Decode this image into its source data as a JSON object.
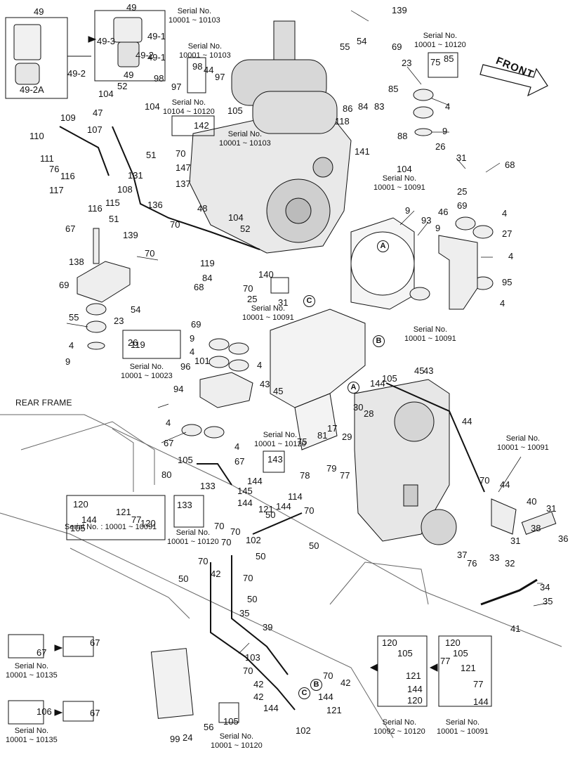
{
  "rear_frame_label": "REAR FRAME",
  "front_label": "FRONT",
  "serial_labels": [
    {
      "id": "s1",
      "text": "Serial No.\n10001 ~ 10103"
    },
    {
      "id": "s2",
      "text": "Serial No.\n10001 ~ 10103"
    },
    {
      "id": "s3",
      "text": "Serial No.\n10104 ~ 10120"
    },
    {
      "id": "s4",
      "text": "Serial No.\n10001 ~ 10103"
    },
    {
      "id": "s5",
      "text": "Serial No.\n10001 ~ 10120"
    },
    {
      "id": "s6",
      "text": "Serial No.\n10001 ~ 10091"
    },
    {
      "id": "s7",
      "text": "Serial No.\n10001 ~ 10091"
    },
    {
      "id": "s8",
      "text": "Serial No.\n10001 ~ 10023"
    },
    {
      "id": "s9",
      "text": "Serial No.\n10001 ~ 10091"
    },
    {
      "id": "s10",
      "text": "Serial No.\n10001 ~ 10120"
    },
    {
      "id": "s11",
      "text": "Serial No.\n10001 ~ 10091"
    },
    {
      "id": "s12",
      "text": "Serial No. : 10001 ~ 10091"
    },
    {
      "id": "s13",
      "text": "Serial No.\n10001 ~ 10120"
    },
    {
      "id": "s14",
      "text": "Serial No.\n10001 ~ 10135"
    },
    {
      "id": "s15",
      "text": "Serial No.\n10001 ~ 10135"
    },
    {
      "id": "s16",
      "text": "Serial No.\n10001 ~ 10120"
    },
    {
      "id": "s17",
      "text": "Serial No.\n10092 ~ 10120"
    },
    {
      "id": "s18",
      "text": "Serial No.\n10001 ~ 10091"
    }
  ],
  "callouts": [
    "49",
    "49",
    "49-1",
    "49-3",
    "49-1",
    "49-2",
    "49-2",
    "49-2A",
    "139",
    "54",
    "69",
    "55",
    "23",
    "75",
    "85",
    "98",
    "44",
    "97",
    "98",
    "97",
    "49",
    "52",
    "104",
    "47",
    "104",
    "85",
    "4",
    "86",
    "84",
    "83",
    "118",
    "88",
    "9",
    "141",
    "26",
    "142",
    "105",
    "109",
    "107",
    "110",
    "111",
    "76",
    "116",
    "117",
    "116",
    "115",
    "108",
    "131",
    "51",
    "70",
    "147",
    "137",
    "136",
    "48",
    "104",
    "70",
    "52",
    "51",
    "104",
    "31",
    "68",
    "25",
    "69",
    "9",
    "93",
    "46",
    "4",
    "9",
    "27",
    "4",
    "95",
    "4",
    "67",
    "139",
    "70",
    "138",
    "69",
    "23",
    "54",
    "55",
    "4",
    "9",
    "26",
    "119",
    "84",
    "70",
    "140",
    "31",
    "68",
    "25",
    "69",
    "9",
    "4",
    "4",
    "119",
    "101",
    "96",
    "94",
    "43",
    "45",
    "4",
    "67",
    "4",
    "67",
    "43",
    "45",
    "105",
    "144",
    "30",
    "28",
    "44",
    "17",
    "29",
    "81",
    "75",
    "79",
    "77",
    "78",
    "143",
    "80",
    "105",
    "133",
    "144",
    "145",
    "144",
    "120",
    "144",
    "121",
    "77",
    "120",
    "105",
    "133",
    "121",
    "144",
    "114",
    "70",
    "50",
    "50",
    "70",
    "70",
    "102",
    "70",
    "50",
    "70",
    "50",
    "70",
    "42",
    "50",
    "70",
    "44",
    "40",
    "31",
    "38",
    "36",
    "31",
    "37",
    "76",
    "33",
    "32",
    "34",
    "35",
    "41",
    "35",
    "39",
    "103",
    "70",
    "42",
    "42",
    "70",
    "42",
    "144",
    "121",
    "144",
    "120",
    "105",
    "77",
    "121",
    "77",
    "120",
    "105",
    "121",
    "144",
    "120",
    "144",
    "102",
    "24",
    "56",
    "99",
    "105",
    "67",
    "67",
    "106",
    "67"
  ]
}
